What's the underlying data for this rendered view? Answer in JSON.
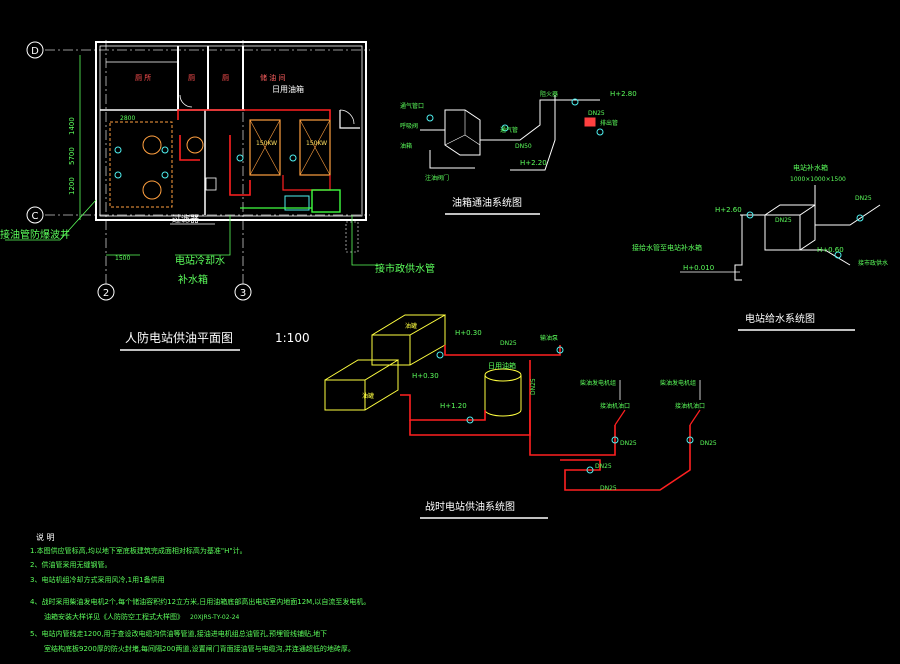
{
  "plan": {
    "grid_d": "D",
    "grid_c": "C",
    "grid_2": "2",
    "grid_3": "3",
    "title": "人防电站供油平面图",
    "scale": "1:100",
    "label_day_tank": "日用油箱",
    "label_room": "储 油 间",
    "label_filter": "过滤器",
    "label_cooling": "电站冷却水",
    "label_supply_tank": "补水箱",
    "label_unit_water": "接市政供水管",
    "label_oil_well": "接油管防爆波井",
    "dim_2800": "2800",
    "dim_5700": "5700",
    "dim_1200": "1200",
    "dim_1400": "1400",
    "dim_1500": "1500",
    "label_unit1": "150KW",
    "label_unit2": "150KW"
  },
  "vent": {
    "title": "油箱通油系统图",
    "h_280": "H+2.80",
    "h_220": "H+2.20",
    "dn50": "DN50",
    "dn25": "DN25"
  },
  "water": {
    "title": "电站给水系统图",
    "h_260": "H+2.60",
    "h_060": "H+0.60",
    "h_0010": "H+0.010",
    "dn25": "DN25",
    "dn25b": "DN25",
    "label_tank": "电站补水箱",
    "label_tank_size": "1000×1000×1500"
  },
  "oil": {
    "title": "战时电站供油系统图",
    "h_030": "H+0.30",
    "h_0302": "H+0.30",
    "h_120": "H+1.20",
    "dn25a": "DN25",
    "dn25b": "DN25",
    "dn25c": "DN25",
    "dn25d": "DN25",
    "dn25e": "DN25",
    "dn25f": "DN25",
    "label_day_tank": "日用油箱",
    "label_tank_a": "油罐",
    "label_tank_b": "油罐"
  },
  "notes": {
    "heading": "说 明",
    "n1": "1.本图供应管标高,均以地下室底板建筑完成面相对标高为基准\"H\"计。",
    "n2": "2、供油管采用无缝钢管。",
    "n3": "3、电站机组冷却方式采用风冷,1用1备供用",
    "n4": "4、战时采用柴油发电机2个,每个储油容积约12立方米,日用油箱底部高出电站室内地面12M,以自流至发电机。",
    "n4b": "油箱安装大样详见《人防防空工程式大样图》",
    "n4c": "20XJRS-TY-02-24",
    "n5": "5、电站内管线走1200,用于查设改电缆沟供油等管道,接油进电机组总油管孔,预埋管线铺贴,地下",
    "n5b": "室结构底板9200厚的防火封堵,每间隔200两道,设置闸门背面接油管与电缆沟,并连通超低的地砖厚。"
  }
}
